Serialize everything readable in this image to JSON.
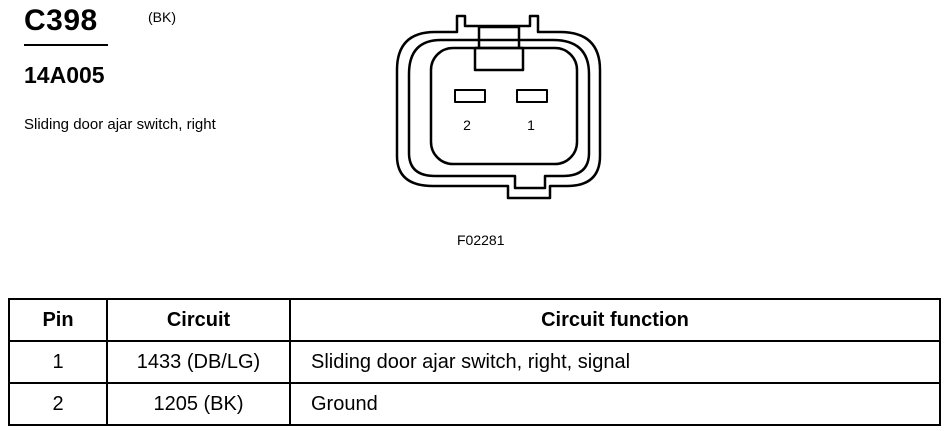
{
  "header": {
    "connector_id": "C398",
    "connector_color": "(BK)",
    "part_number": "14A005",
    "description": "Sliding door ajar switch, right"
  },
  "diagram": {
    "pin_labels": [
      "2",
      "1"
    ],
    "figure_code": "F02281"
  },
  "table": {
    "columns": [
      "Pin",
      "Circuit",
      "Circuit function"
    ],
    "rows": [
      {
        "pin": "1",
        "circuit": "1433 (DB/LG)",
        "function": "Sliding door ajar switch, right, signal"
      },
      {
        "pin": "2",
        "circuit": "1205 (BK)",
        "function": "Ground"
      }
    ]
  }
}
